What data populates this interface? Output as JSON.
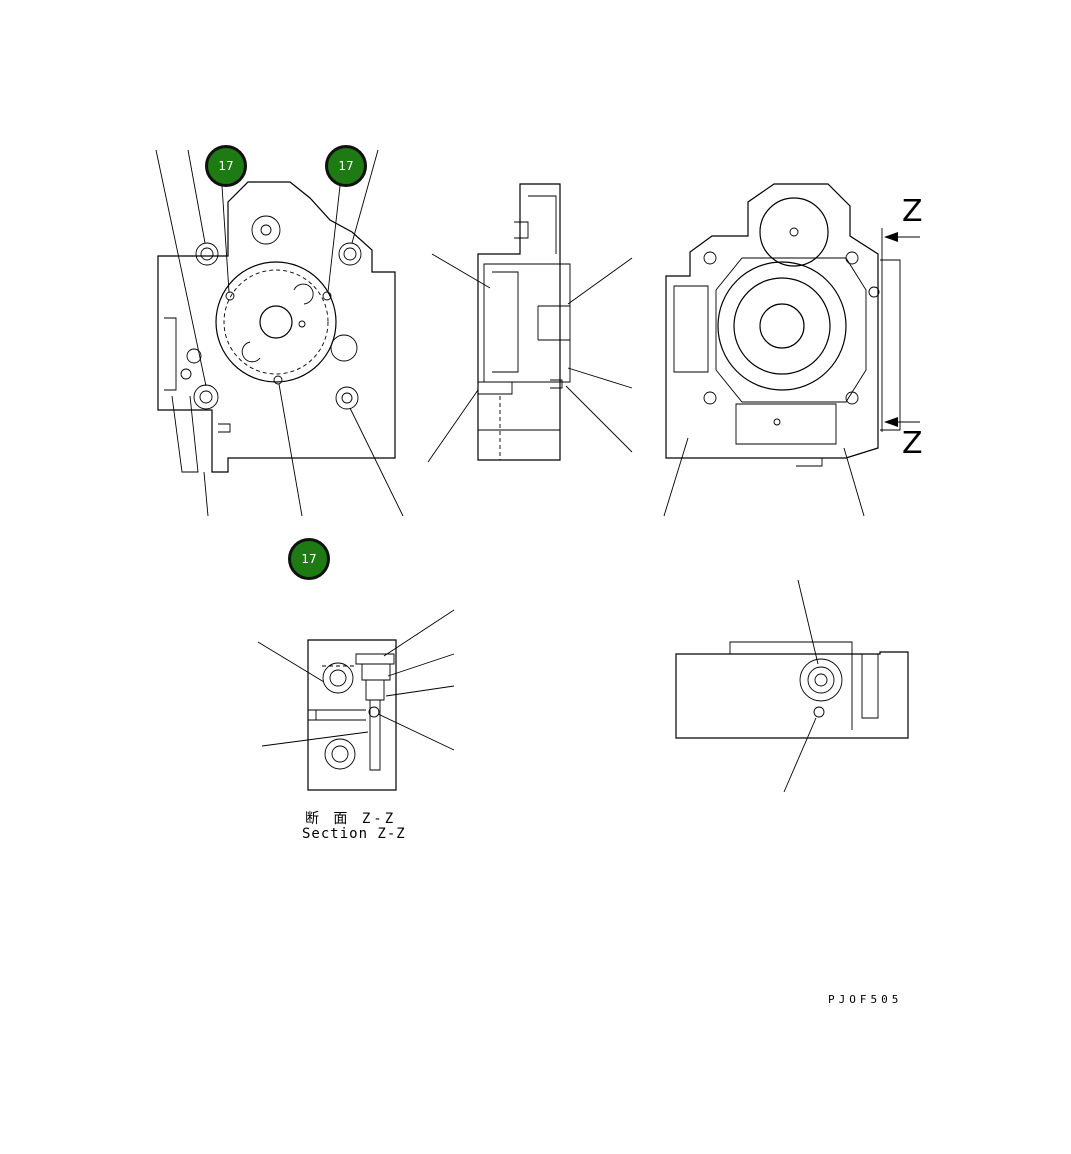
{
  "callouts": [
    {
      "id": "callout-17-left",
      "label": "17"
    },
    {
      "id": "callout-17-right",
      "label": "17"
    },
    {
      "id": "callout-17-lower",
      "label": "17"
    }
  ],
  "section_marks": {
    "top": "Z",
    "bottom": "Z"
  },
  "section_caption": {
    "japanese": "断 面 Z-Z",
    "english": "Section Z-Z"
  },
  "drawing_code": "PJOF505",
  "colors": {
    "callout_fill": "#1e7a12",
    "line": "#000000"
  }
}
